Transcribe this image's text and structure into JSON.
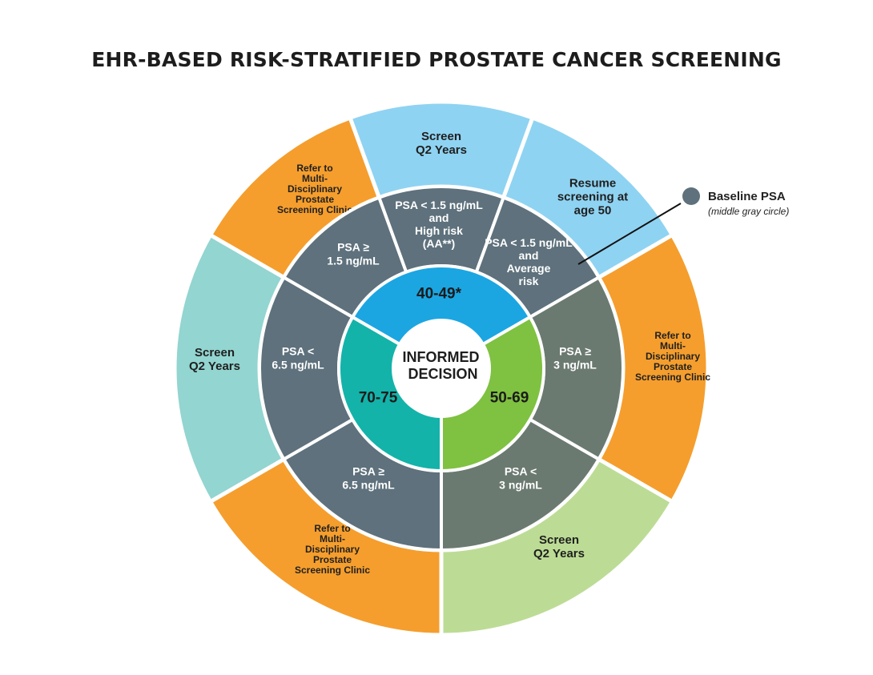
{
  "title": "EHR-BASED RISK-STRATIFIED PROSTATE CANCER SCREENING",
  "center": {
    "lines": [
      "INFORMED",
      "DECISION"
    ]
  },
  "colors": {
    "blue_age": "#1ba6e2",
    "green_age": "#7fc141",
    "teal_age": "#13b3aa",
    "slate_gray": "#5e717c",
    "green_gray": "#6b7a71",
    "light_blue": "#8fd3f2",
    "orange": "#f59e2d",
    "light_green": "#bcdc95",
    "light_teal": "#93d5d0"
  },
  "age_groups": [
    {
      "id": "40-49",
      "label": "40-49*"
    },
    {
      "id": "50-69",
      "label": "50-69"
    },
    {
      "id": "70-75",
      "label": "70-75"
    }
  ],
  "psa_segments": [
    {
      "id": "psa-ge-1-5",
      "lines": [
        "PSA ≥",
        "1.5 ng/mL"
      ]
    },
    {
      "id": "psa-lt-1-5-high",
      "lines": [
        "PSA < 1.5 ng/mL",
        "and",
        "High risk",
        "(AA**)"
      ]
    },
    {
      "id": "psa-lt-1-5-avg",
      "lines": [
        "PSA < 1.5 ng/mL",
        "and",
        "Average",
        "risk"
      ]
    },
    {
      "id": "psa-ge-3",
      "lines": [
        "PSA ≥",
        "3 ng/mL"
      ]
    },
    {
      "id": "psa-lt-3",
      "lines": [
        "PSA <",
        "3 ng/mL"
      ]
    },
    {
      "id": "psa-ge-6-5",
      "lines": [
        "PSA ≥",
        "6.5 ng/mL"
      ]
    },
    {
      "id": "psa-lt-6-5",
      "lines": [
        "PSA <",
        "6.5 ng/mL"
      ]
    }
  ],
  "outcomes": [
    {
      "id": "refer-40-49",
      "lines": [
        "Refer to",
        "Multi-",
        "Disciplinary",
        "Prostate",
        "Screening Clinic"
      ]
    },
    {
      "id": "screen-q2-40-49",
      "lines": [
        "Screen",
        "Q2 Years"
      ]
    },
    {
      "id": "resume-50",
      "lines": [
        "Resume",
        "screening at",
        "age 50"
      ]
    },
    {
      "id": "refer-50-69",
      "lines": [
        "Refer to",
        "Multi-",
        "Disciplinary",
        "Prostate",
        "Screening Clinic"
      ]
    },
    {
      "id": "screen-q2-50-69",
      "lines": [
        "Screen",
        "Q2 Years"
      ]
    },
    {
      "id": "refer-70-75",
      "lines": [
        "Refer to",
        "Multi-",
        "Disciplinary",
        "Prostate",
        "Screening Clinic"
      ]
    },
    {
      "id": "screen-q2-70-75",
      "lines": [
        "Screen",
        "Q2 Years"
      ]
    }
  ],
  "legend": {
    "title": "Baseline PSA",
    "subtitle": "(middle gray circle)",
    "marker_color": "#5e717c"
  }
}
